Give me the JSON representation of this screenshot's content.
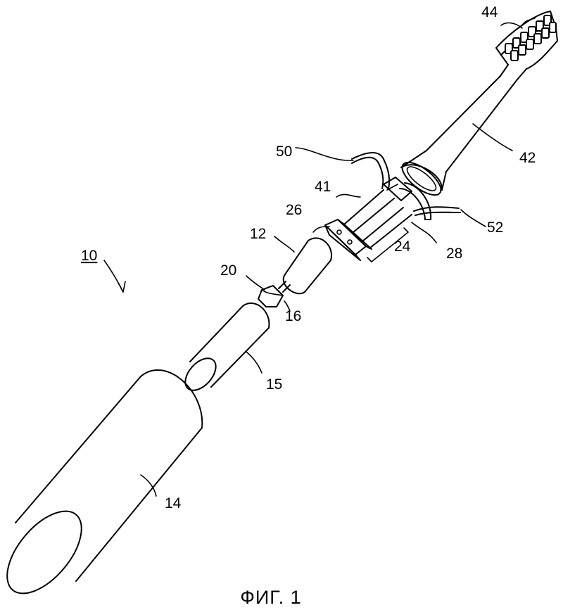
{
  "figure": {
    "caption": "ФИГ. 1",
    "labels": {
      "n10": "10",
      "n12": "12",
      "n14": "14",
      "n15": "15",
      "n16": "16",
      "n20": "20",
      "n24": "24",
      "n26": "26",
      "n28": "28",
      "n41": "41",
      "n42": "42",
      "n44": "44",
      "n50": "50",
      "n52": "52"
    }
  }
}
